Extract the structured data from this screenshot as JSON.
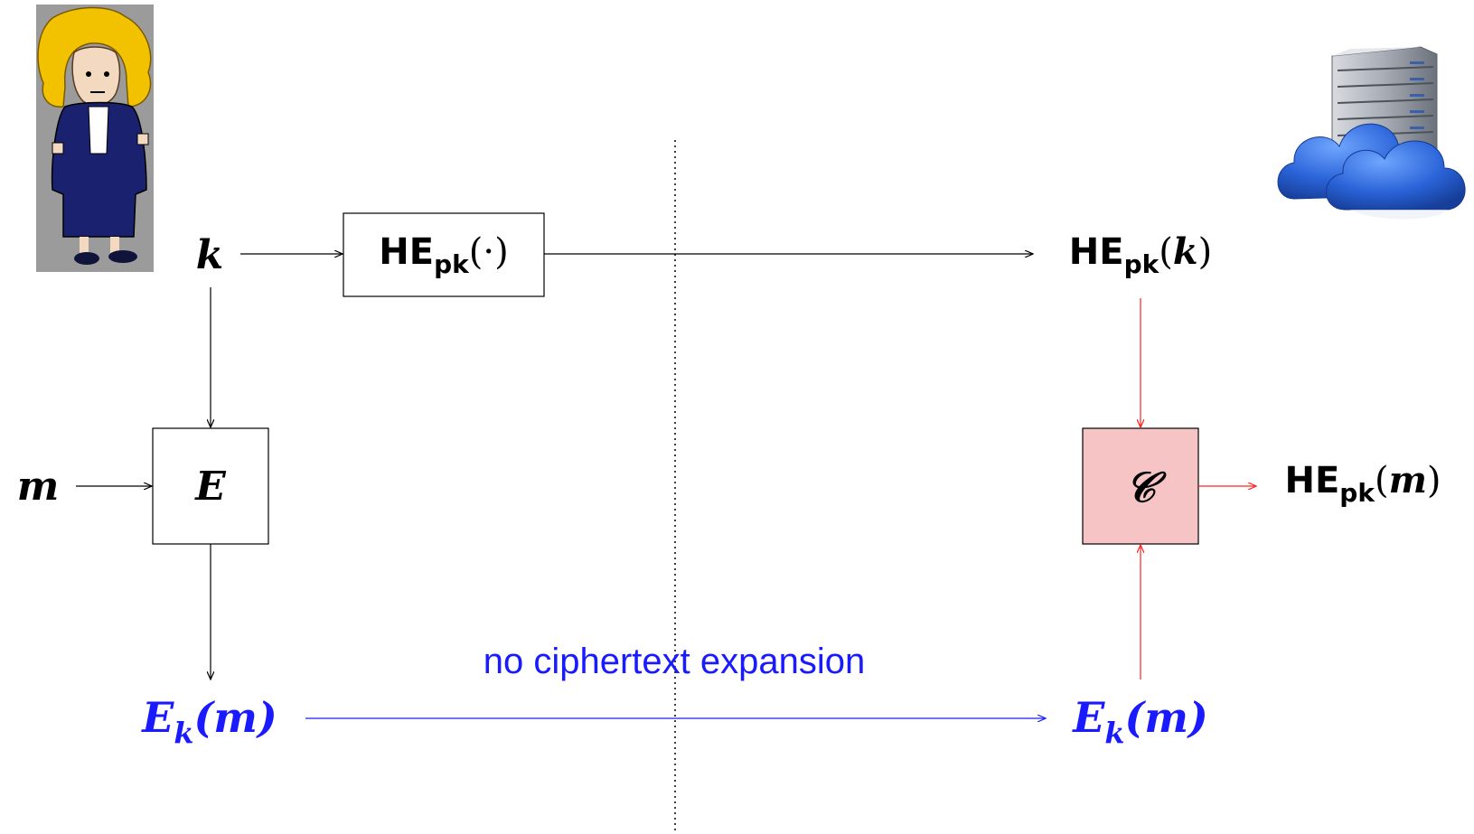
{
  "colors": {
    "black": "#000000",
    "blue": "#1a1aff",
    "red": "#ff2020",
    "box_fill_red": "#f6c4c4",
    "alice_hair": "#f2c200",
    "alice_suit": "#1a2270",
    "cloud_blue": "#2a63d8",
    "server_gray": "#8a8f98",
    "photo_bg": "#9b9b9b"
  },
  "icons": {
    "alice": "alice-figure-icon",
    "cloud_server": "cloud-server-icon"
  },
  "client": {
    "key": {
      "symbol": "k"
    },
    "message": {
      "symbol": "m"
    },
    "he_box": {
      "base": "HE",
      "sub": "pk",
      "arg": "(·)"
    },
    "enc_box": {
      "symbol": "E"
    },
    "ciphertext": {
      "base": "E",
      "sub": "k",
      "arg": "(m)"
    }
  },
  "server": {
    "he_key": {
      "base": "HE",
      "sub": "pk",
      "arg_open": "(",
      "arg": "k",
      "arg_close": ")"
    },
    "circuit_box": {
      "symbol": "𝒞"
    },
    "he_message": {
      "base": "HE",
      "sub": "pk",
      "arg_open": "(",
      "arg": "m",
      "arg_close": ")"
    },
    "ciphertext": {
      "base": "E",
      "sub": "k",
      "arg": "(m)"
    }
  },
  "annotation": {
    "text": "no ciphertext expansion"
  }
}
